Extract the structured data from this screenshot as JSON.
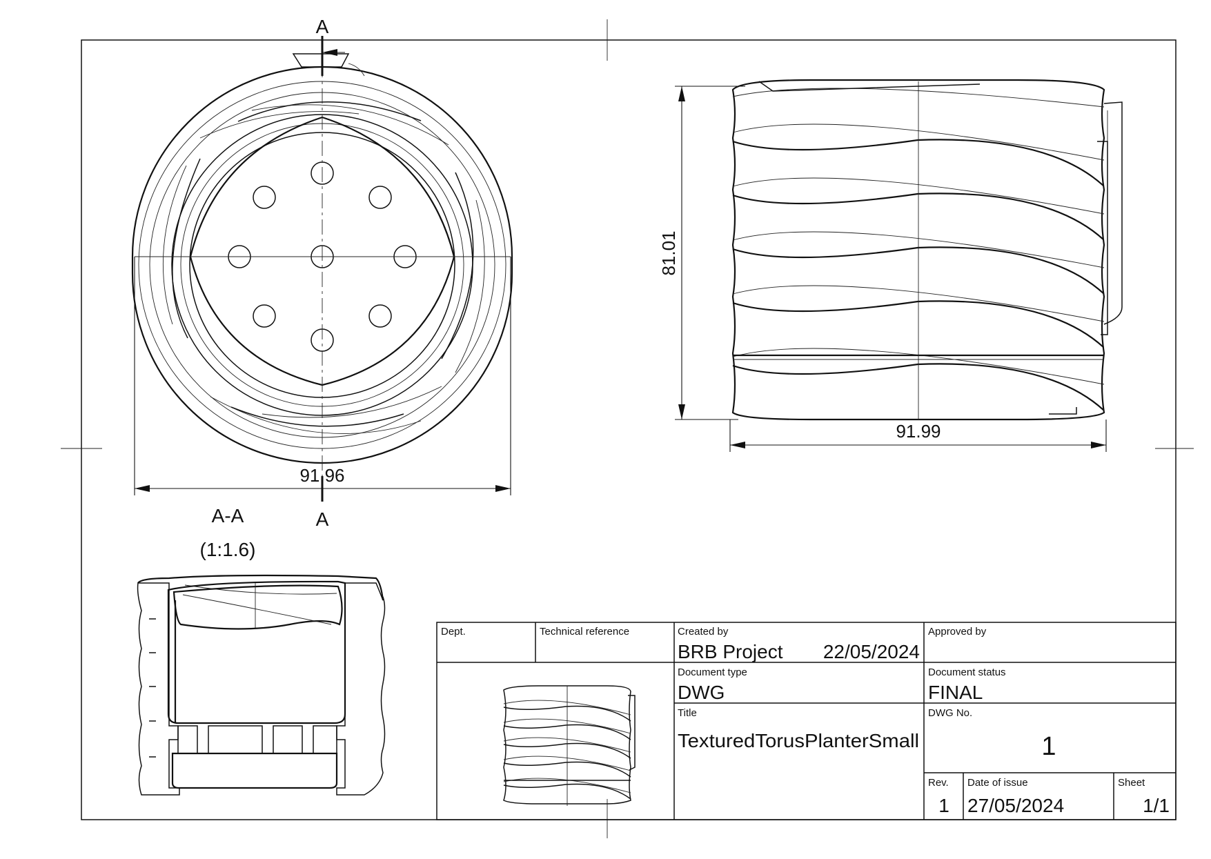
{
  "views": {
    "section_top": "A",
    "section_bottom": "A",
    "section_name": "A-A",
    "section_scale": "(1:1.6)"
  },
  "dimensions": {
    "top_width": "91.96",
    "front_height": "81.01",
    "front_width": "91.99"
  },
  "title_block": {
    "dept_label": "Dept.",
    "tech_ref_label": "Technical reference",
    "created_by_label": "Created by",
    "created_by": "BRB Project",
    "created_date": "22/05/2024",
    "approved_by_label": "Approved by",
    "doc_type_label": "Document type",
    "doc_type": "DWG",
    "doc_status_label": "Document status",
    "doc_status": "FINAL",
    "title_label": "Title",
    "title": "TexturedTorusPlanterSmall",
    "dwg_no_label": "DWG No.",
    "dwg_no": "1",
    "rev_label": "Rev.",
    "rev": "1",
    "issue_label": "Date of issue",
    "issue_date": "27/05/2024",
    "sheet_label": "Sheet",
    "sheet": "1/1"
  }
}
